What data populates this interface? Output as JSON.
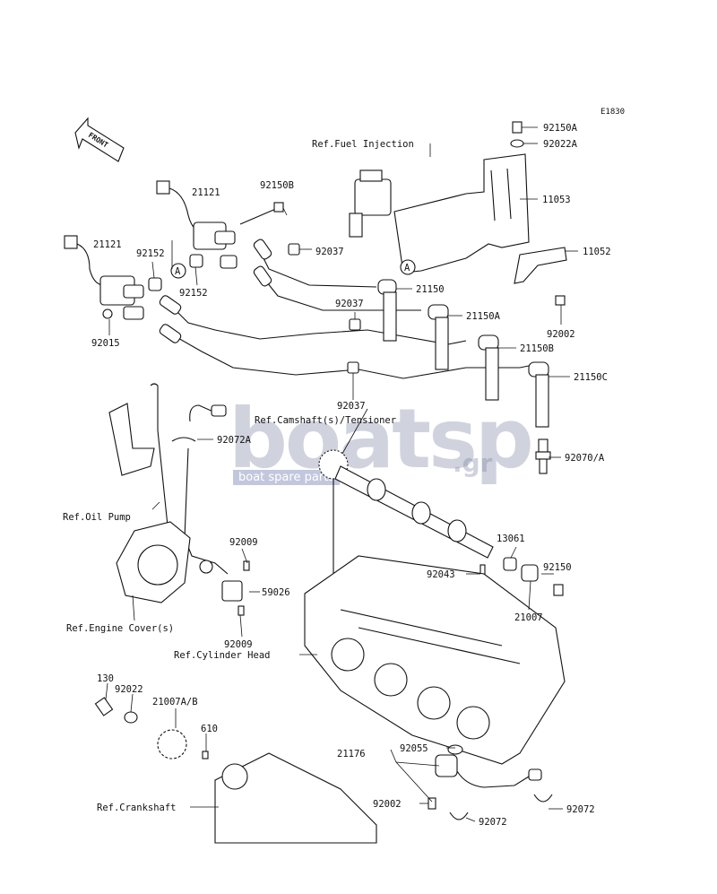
{
  "diagram_code": "E1830",
  "front_label": "FRONT",
  "watermark": {
    "brand": "boatsp",
    "suffix": ".gr",
    "tagline": "boat spare parts"
  },
  "callout_marker": "A",
  "labels": {
    "ref_fuel_injection": "Ref.Fuel Injection",
    "ref_camshaft": "Ref.Camshaft(s)/Tensioner",
    "ref_oil_pump": "Ref.Oil Pump",
    "ref_engine_cover": "Ref.Engine Cover(s)",
    "ref_cylinder_head": "Ref.Cylinder Head",
    "ref_crankshaft": "Ref.Crankshaft",
    "p92150A": "92150A",
    "p92022A": "92022A",
    "p11053": "11053",
    "p11052": "11052",
    "p92002_top": "92002",
    "p21121_a": "21121",
    "p21121_b": "21121",
    "p92150B": "92150B",
    "p92037_a": "92037",
    "p92037_b": "92037",
    "p92037_c": "92037",
    "p92152_a": "92152",
    "p92152_b": "92152",
    "p92015": "92015",
    "p21150": "21150",
    "p21150A": "21150A",
    "p21150B": "21150B",
    "p21150C": "21150C",
    "p92072A": "92072A",
    "p92070A": "92070/A",
    "p92009_a": "92009",
    "p92009_b": "92009",
    "p59026": "59026",
    "p13061": "13061",
    "p92043": "92043",
    "p92150": "92150",
    "p21007": "21007",
    "p130": "130",
    "p92022": "92022",
    "p21007AB": "21007A/B",
    "p610": "610",
    "p21176": "21176",
    "p92055": "92055",
    "p92002_bot": "92002",
    "p92072_a": "92072",
    "p92072_b": "92072"
  }
}
